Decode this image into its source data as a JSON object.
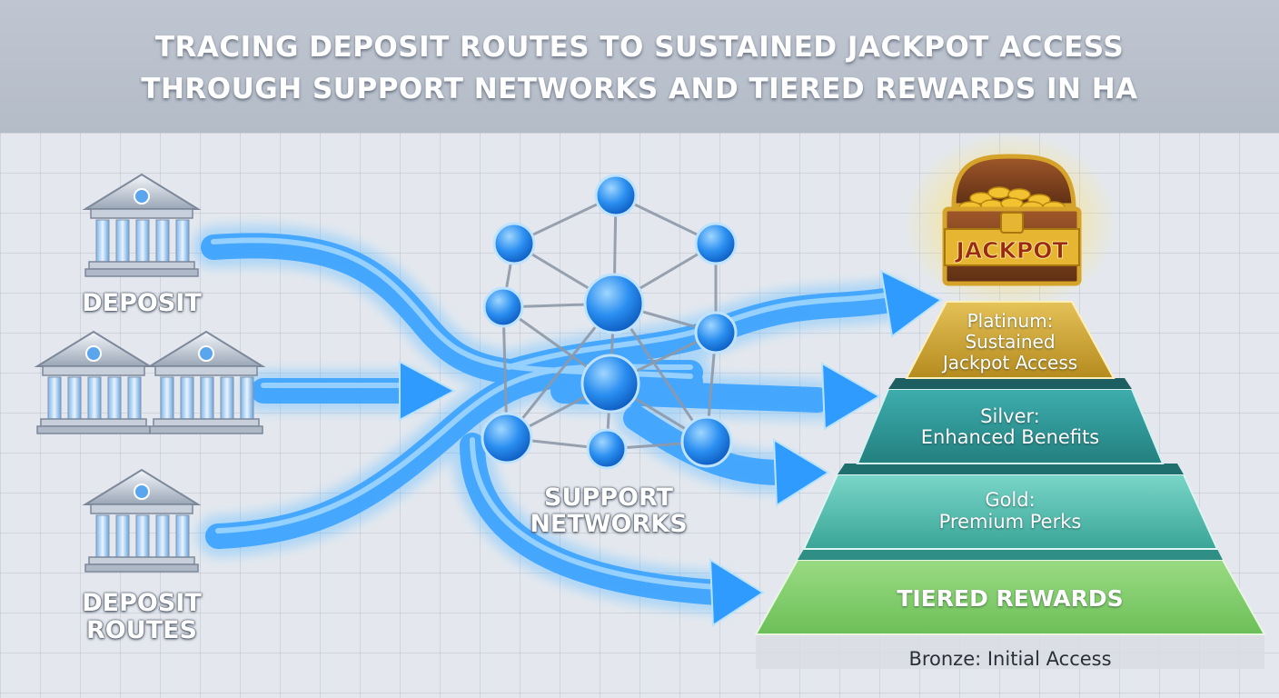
{
  "title": {
    "line1": "TRACING DEPOSIT ROUTES TO SUSTAINED JACKPOT ACCESS",
    "line2": "THROUGH SUPPORT NETWORKS AND TIERED REWARDS IN HA"
  },
  "labels": {
    "deposit": "DEPOSIT",
    "deposit_routes_1": "DEPOSIT",
    "deposit_routes_2": "ROUTES",
    "support_1": "SUPPORT",
    "support_2": "NETWORKS"
  },
  "jackpot": {
    "plaque": "JACKPOT"
  },
  "tiers": {
    "platinum": [
      "Platinum:",
      "Sustained",
      "Jackpot Access"
    ],
    "silver": [
      "Silver:",
      "Enhanced Benefits"
    ],
    "gold": [
      "Gold:",
      "Premium Perks"
    ],
    "tiered_rewards": "TIERED REWARDS",
    "bronze": "Bronze: Initial Access"
  },
  "colors": {
    "arrow_blue": "#2f9bff",
    "node_blue": "#1e8cf0",
    "platinum": "#c9a233",
    "silver": "#2f9a9c",
    "gold": "#53bfb0",
    "tiered": "#86cf72"
  }
}
